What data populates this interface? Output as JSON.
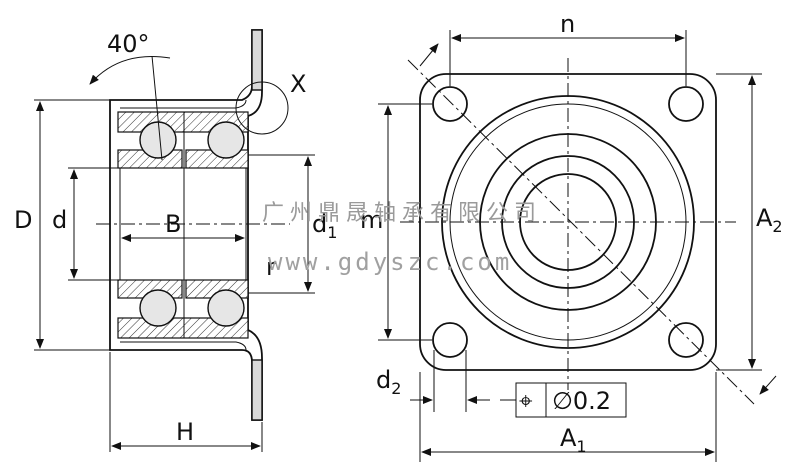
{
  "labels": {
    "angle": "40°",
    "detail": "X",
    "D": "D",
    "d": "d",
    "B": "B",
    "d1": "d",
    "d1_sub": "1",
    "m": "m",
    "r": "r",
    "H": "H",
    "n": "n",
    "A2": "A",
    "A2_sub": "2",
    "d2": "d",
    "d2_sub": "2",
    "A1": "A",
    "A1_sub": "1",
    "tol_symbol": "⌖",
    "tolerance": "∅0.2"
  },
  "watermark": {
    "company": "广州鼎晟轴承有限公司",
    "url": "www.gdyszc.com"
  }
}
